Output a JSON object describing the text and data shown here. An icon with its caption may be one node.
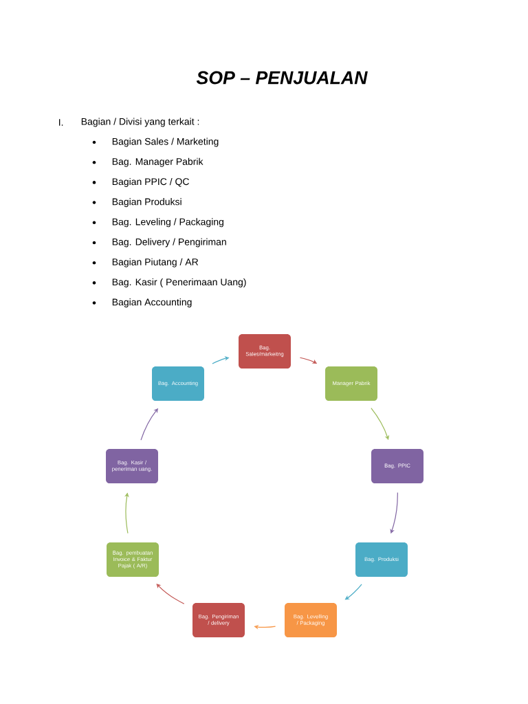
{
  "diagram": {
    "title": "SOP – PENJUALAN",
    "nodes": [
      {
        "text": [
          "Bag. Sales/markeitng"
        ]
      },
      {
        "text": [
          "Manager Pabrik"
        ]
      },
      {
        "text": [
          "Bag. PPIC"
        ]
      },
      {
        "text": [
          "Bag. Produksi"
        ]
      },
      {
        "text": [
          "Bag. Levelling / Packaging"
        ]
      },
      {
        "text": [
          "Bag. Pengiriman / delivery"
        ]
      },
      {
        "text": [
          "Bag. pembuatan Invoice & Faktur Pajak ( A/R)"
        ]
      },
      {
        "text": [
          "Bag. Kasir / peneriman uang."
        ]
      },
      {
        "text": [
          "Bag. Accounting"
        ]
      }
    ],
    "edges": [
      {
        "from": 8,
        "to": 0,
        "arrow": "to",
        "color": "#4bacc6"
      },
      {
        "from": 0,
        "to": 1,
        "arrow": "to",
        "color": "#c0504d"
      },
      {
        "from": 1,
        "to": 2,
        "arrow": "to",
        "color": "#9bbb59"
      },
      {
        "from": 2,
        "to": 3,
        "arrow": "to",
        "color": "#8064a2"
      },
      {
        "from": 3,
        "to": 4,
        "arrow": "to",
        "color": "#4bacc6"
      },
      {
        "from": 4,
        "to": 5,
        "arrow": "to",
        "color": "#f79646"
      },
      {
        "from": 5,
        "to": 6,
        "arrow": "to",
        "color": "#c0504d"
      },
      {
        "from": 6,
        "to": 7,
        "arrow": "to",
        "color": "#9bbb59"
      },
      {
        "from": 7,
        "to": 8,
        "arrow": "to",
        "color": "#8064a2"
      }
    ],
    "labels": [
      "I.",
      "Bagian / Divisi yang terkait :",
      "Bagian Sales / Marketing",
      "Bag. Manager Pabrik",
      "Bagian PPIC / QC",
      "Bagian Produksi",
      "Bag. Leveling / Packaging",
      "Bag. Delivery / Pengiriman",
      "Bagian Piutang / AR",
      "Bag.  Kasir  ( Penerimaan Uang)",
      "Bagian Accounting"
    ]
  }
}
